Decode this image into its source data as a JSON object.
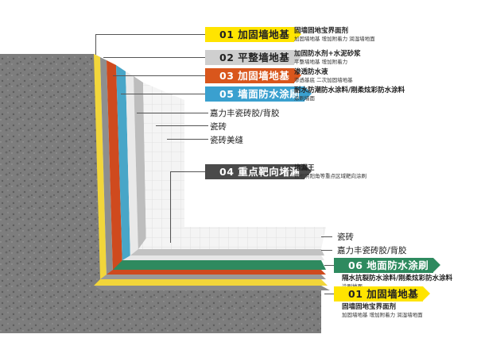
{
  "colors": {
    "concrete": "#7b7b7b",
    "yellow": "#f2d63a",
    "gray_layer": "#8e8e8e",
    "orange": "#cf4a1e",
    "blue": "#48a6c8",
    "green": "#2e8a5f",
    "tile": "#f2f2f2",
    "tag_yellow": "#ffe400",
    "tag_gray": "#cfcfcf",
    "tag_orange": "#d9561c",
    "tag_blue": "#3aa0cf",
    "tag_dark": "#4a4a4a",
    "tag_green": "#2e8a5f"
  },
  "labels": {
    "l01_top": {
      "tag": "01 加固墙地基",
      "title": "固墙固地宝界面剂",
      "sub": "加固墙地基 增加附着力 润湿墙地面"
    },
    "l02": {
      "tag": "02 平整墙地基",
      "title": "加固防水剂+水泥砂浆",
      "sub": "平整墙地基 增加附着力"
    },
    "l03": {
      "tag": "03 加固墙地基",
      "title": "渗透防水液",
      "sub": "渗透基底 二次加固墙地基"
    },
    "l05": {
      "tag": "05 墙面防水涂刷",
      "title": "耐水防潮防水涂料/刚柔炫彩防水涂料",
      "sub": "涂刷墙面"
    },
    "wall_adhesive": "嘉力丰瓷砖胶/背胶",
    "wall_tile": "瓷砖",
    "wall_grout": "瓷砖美缝",
    "l04": {
      "tag": "04 重点靶向堵漏",
      "title": "堵漏王",
      "sub": "管根阴阳角等重点区域靶向涂刷"
    },
    "floor_tile": "瓷砖",
    "floor_adhesive": "嘉力丰瓷砖胶/背胶",
    "l06": {
      "tag": "06 地面防水涂刷",
      "title": "隔水抗裂防水涂料/刚柔炫彩防水涂料",
      "sub": "涂刷地面"
    },
    "l01_bottom": {
      "tag": "01 加固墙地基",
      "title": "固墙固地宝界面剂",
      "sub": "加固墙地基 增加附着力 润湿墙地面"
    }
  }
}
